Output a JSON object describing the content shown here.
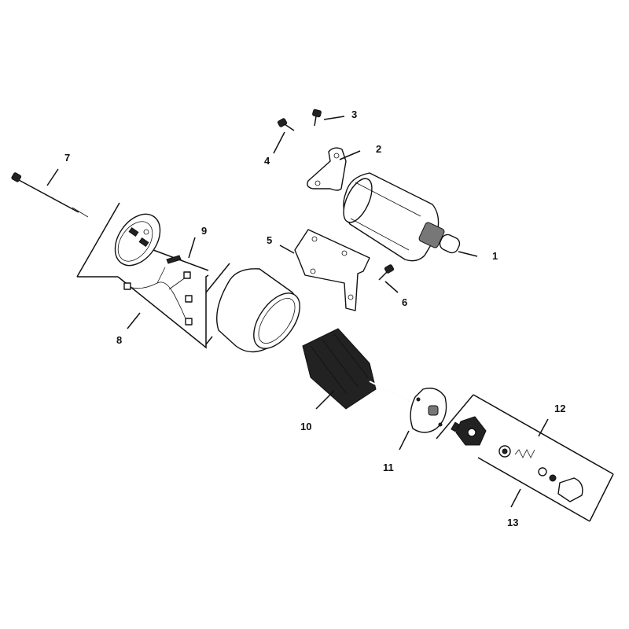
{
  "diagram": {
    "callouts": [
      {
        "id": "c1",
        "text": "1"
      },
      {
        "id": "c2",
        "text": "2"
      },
      {
        "id": "c3",
        "text": "3"
      },
      {
        "id": "c4",
        "text": "4"
      },
      {
        "id": "c5",
        "text": "5"
      },
      {
        "id": "c6",
        "text": "6"
      },
      {
        "id": "c7",
        "text": "7"
      },
      {
        "id": "c8",
        "text": "8"
      },
      {
        "id": "c9",
        "text": "9"
      },
      {
        "id": "c10",
        "text": "10"
      },
      {
        "id": "c11",
        "text": "11"
      },
      {
        "id": "c12",
        "text": "12"
      },
      {
        "id": "c13",
        "text": "13"
      }
    ],
    "colors": {
      "ink": "#111111",
      "background": "#ffffff"
    }
  }
}
